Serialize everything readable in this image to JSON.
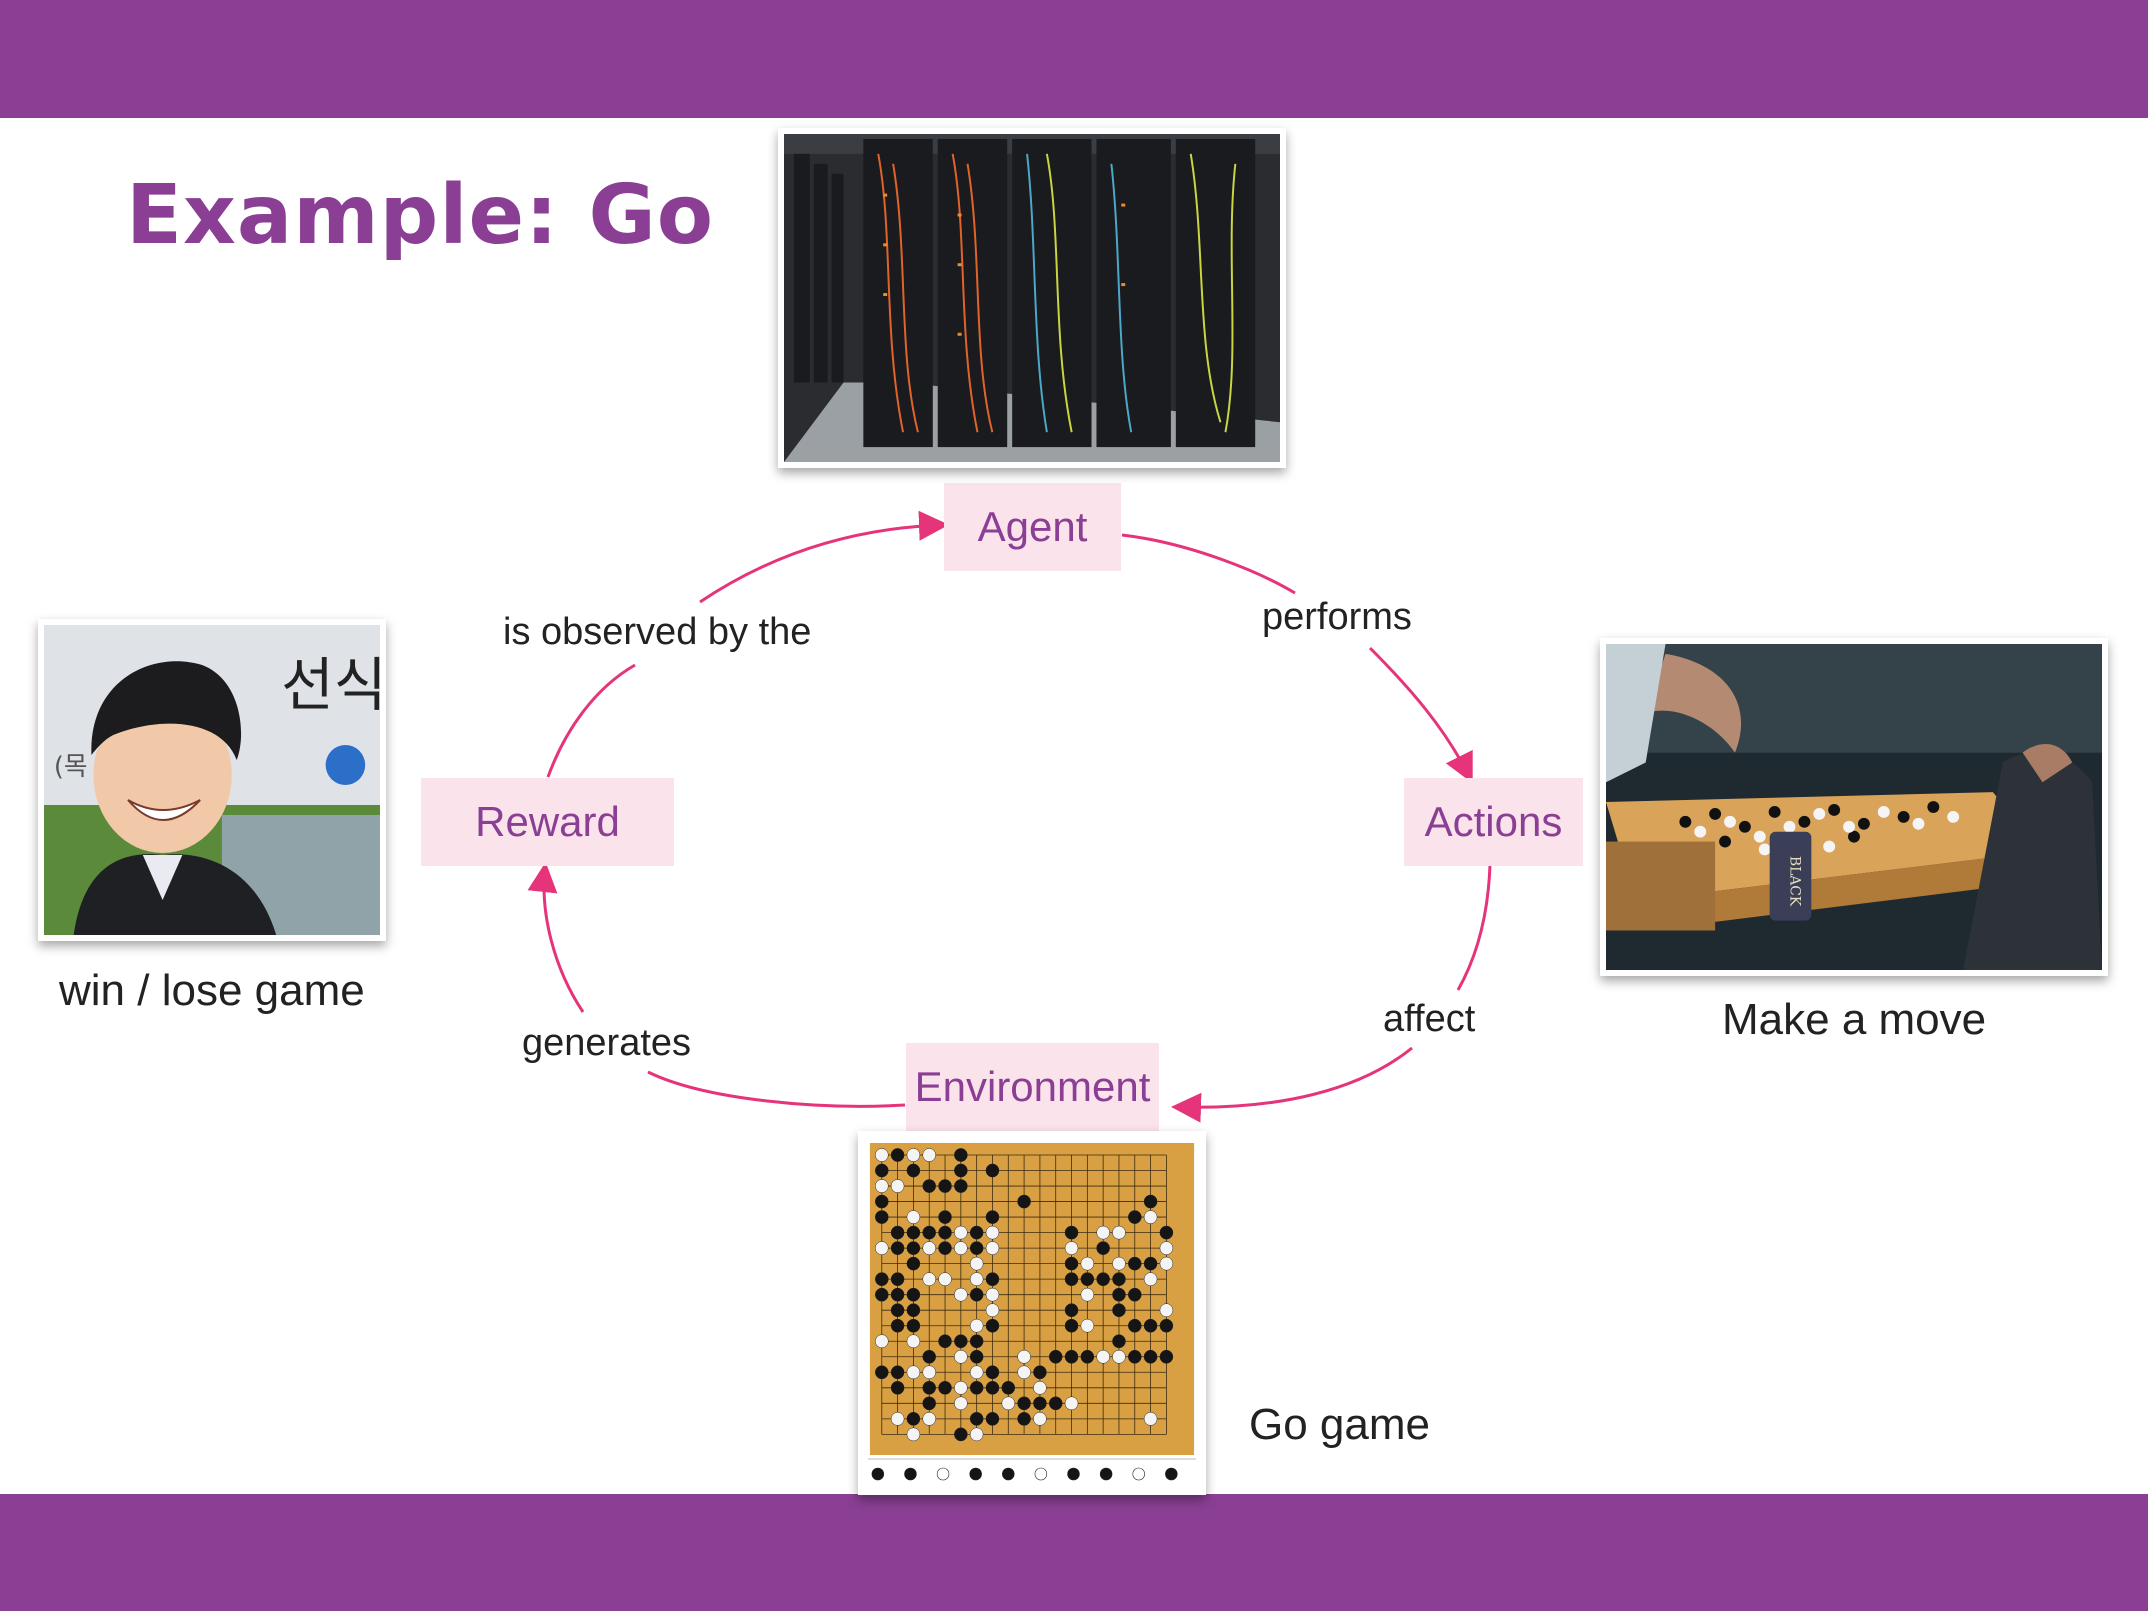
{
  "slide": {
    "title": "Example: Go",
    "colors": {
      "accent": "#8a3f94",
      "node_fill": "#fbe3ec",
      "arrow": "#e5347a"
    }
  },
  "nodes": {
    "agent": "Agent",
    "actions": "Actions",
    "environment": "Environment",
    "reward": "Reward"
  },
  "edges": {
    "performs": "performs",
    "affect": "affect",
    "generates": "generates",
    "observed": "is observed by the"
  },
  "captions": {
    "reward": "win / lose game",
    "actions": "Make a move",
    "environment": "Go game"
  },
  "images": {
    "agent": "server-racks-photo",
    "reward": "smiling-player-portrait-photo",
    "actions": "hands-playing-go-photo",
    "environment": "go-game-record-diagram"
  }
}
